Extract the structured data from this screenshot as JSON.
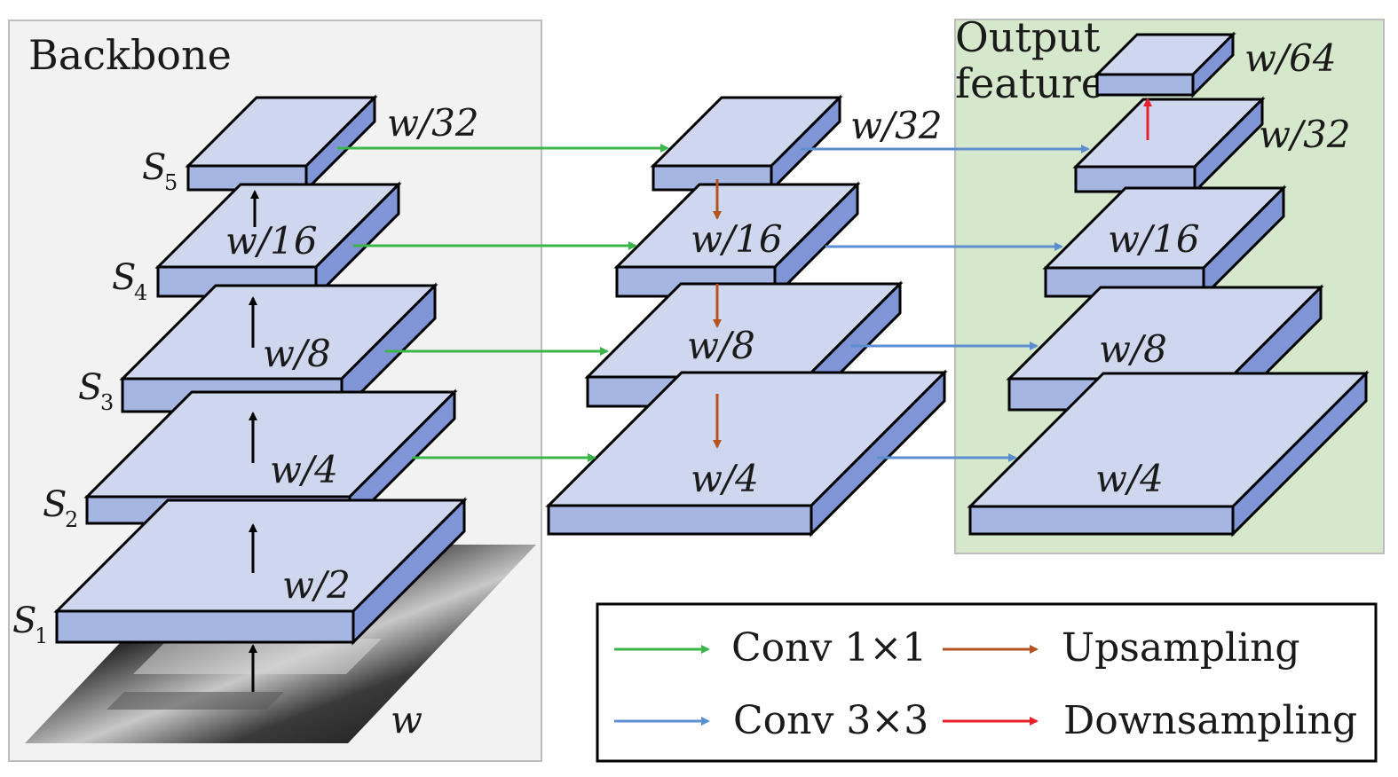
{
  "backbone": {
    "title": "Backbone",
    "input_label": "w",
    "stage_labels": [
      {
        "main": "S",
        "sub": "1"
      },
      {
        "main": "S",
        "sub": "2"
      },
      {
        "main": "S",
        "sub": "3"
      },
      {
        "main": "S",
        "sub": "4"
      },
      {
        "main": "S",
        "sub": "5"
      }
    ],
    "layer_labels": [
      "w/2",
      "w/4",
      "w/8",
      "w/16",
      "w/32"
    ]
  },
  "middle": {
    "layer_labels": [
      "w/4",
      "w/8",
      "w/16",
      "w/32"
    ]
  },
  "output": {
    "title_line1": "Output",
    "title_line2": "feature",
    "layer_labels": [
      "w/4",
      "w/8",
      "w/16",
      "w/32",
      "w/64"
    ]
  },
  "legend": {
    "conv1x1": "Conv 1×1",
    "upsampling": "Upsampling",
    "conv3x3": "Conv 3×3",
    "downsampling": "Downsampling"
  },
  "colors": {
    "conv1x1": "#3cb54a",
    "conv3x3": "#5b8fd0",
    "upsampling": "#b5531f",
    "downsampling": "#e8202a",
    "backbone_bg": "#f2f2f2",
    "output_bg": "#d5e8cc",
    "slab_top": "#cfd7ef",
    "slab_front": "#a5b6e2",
    "slab_side": "#7f95d6"
  }
}
